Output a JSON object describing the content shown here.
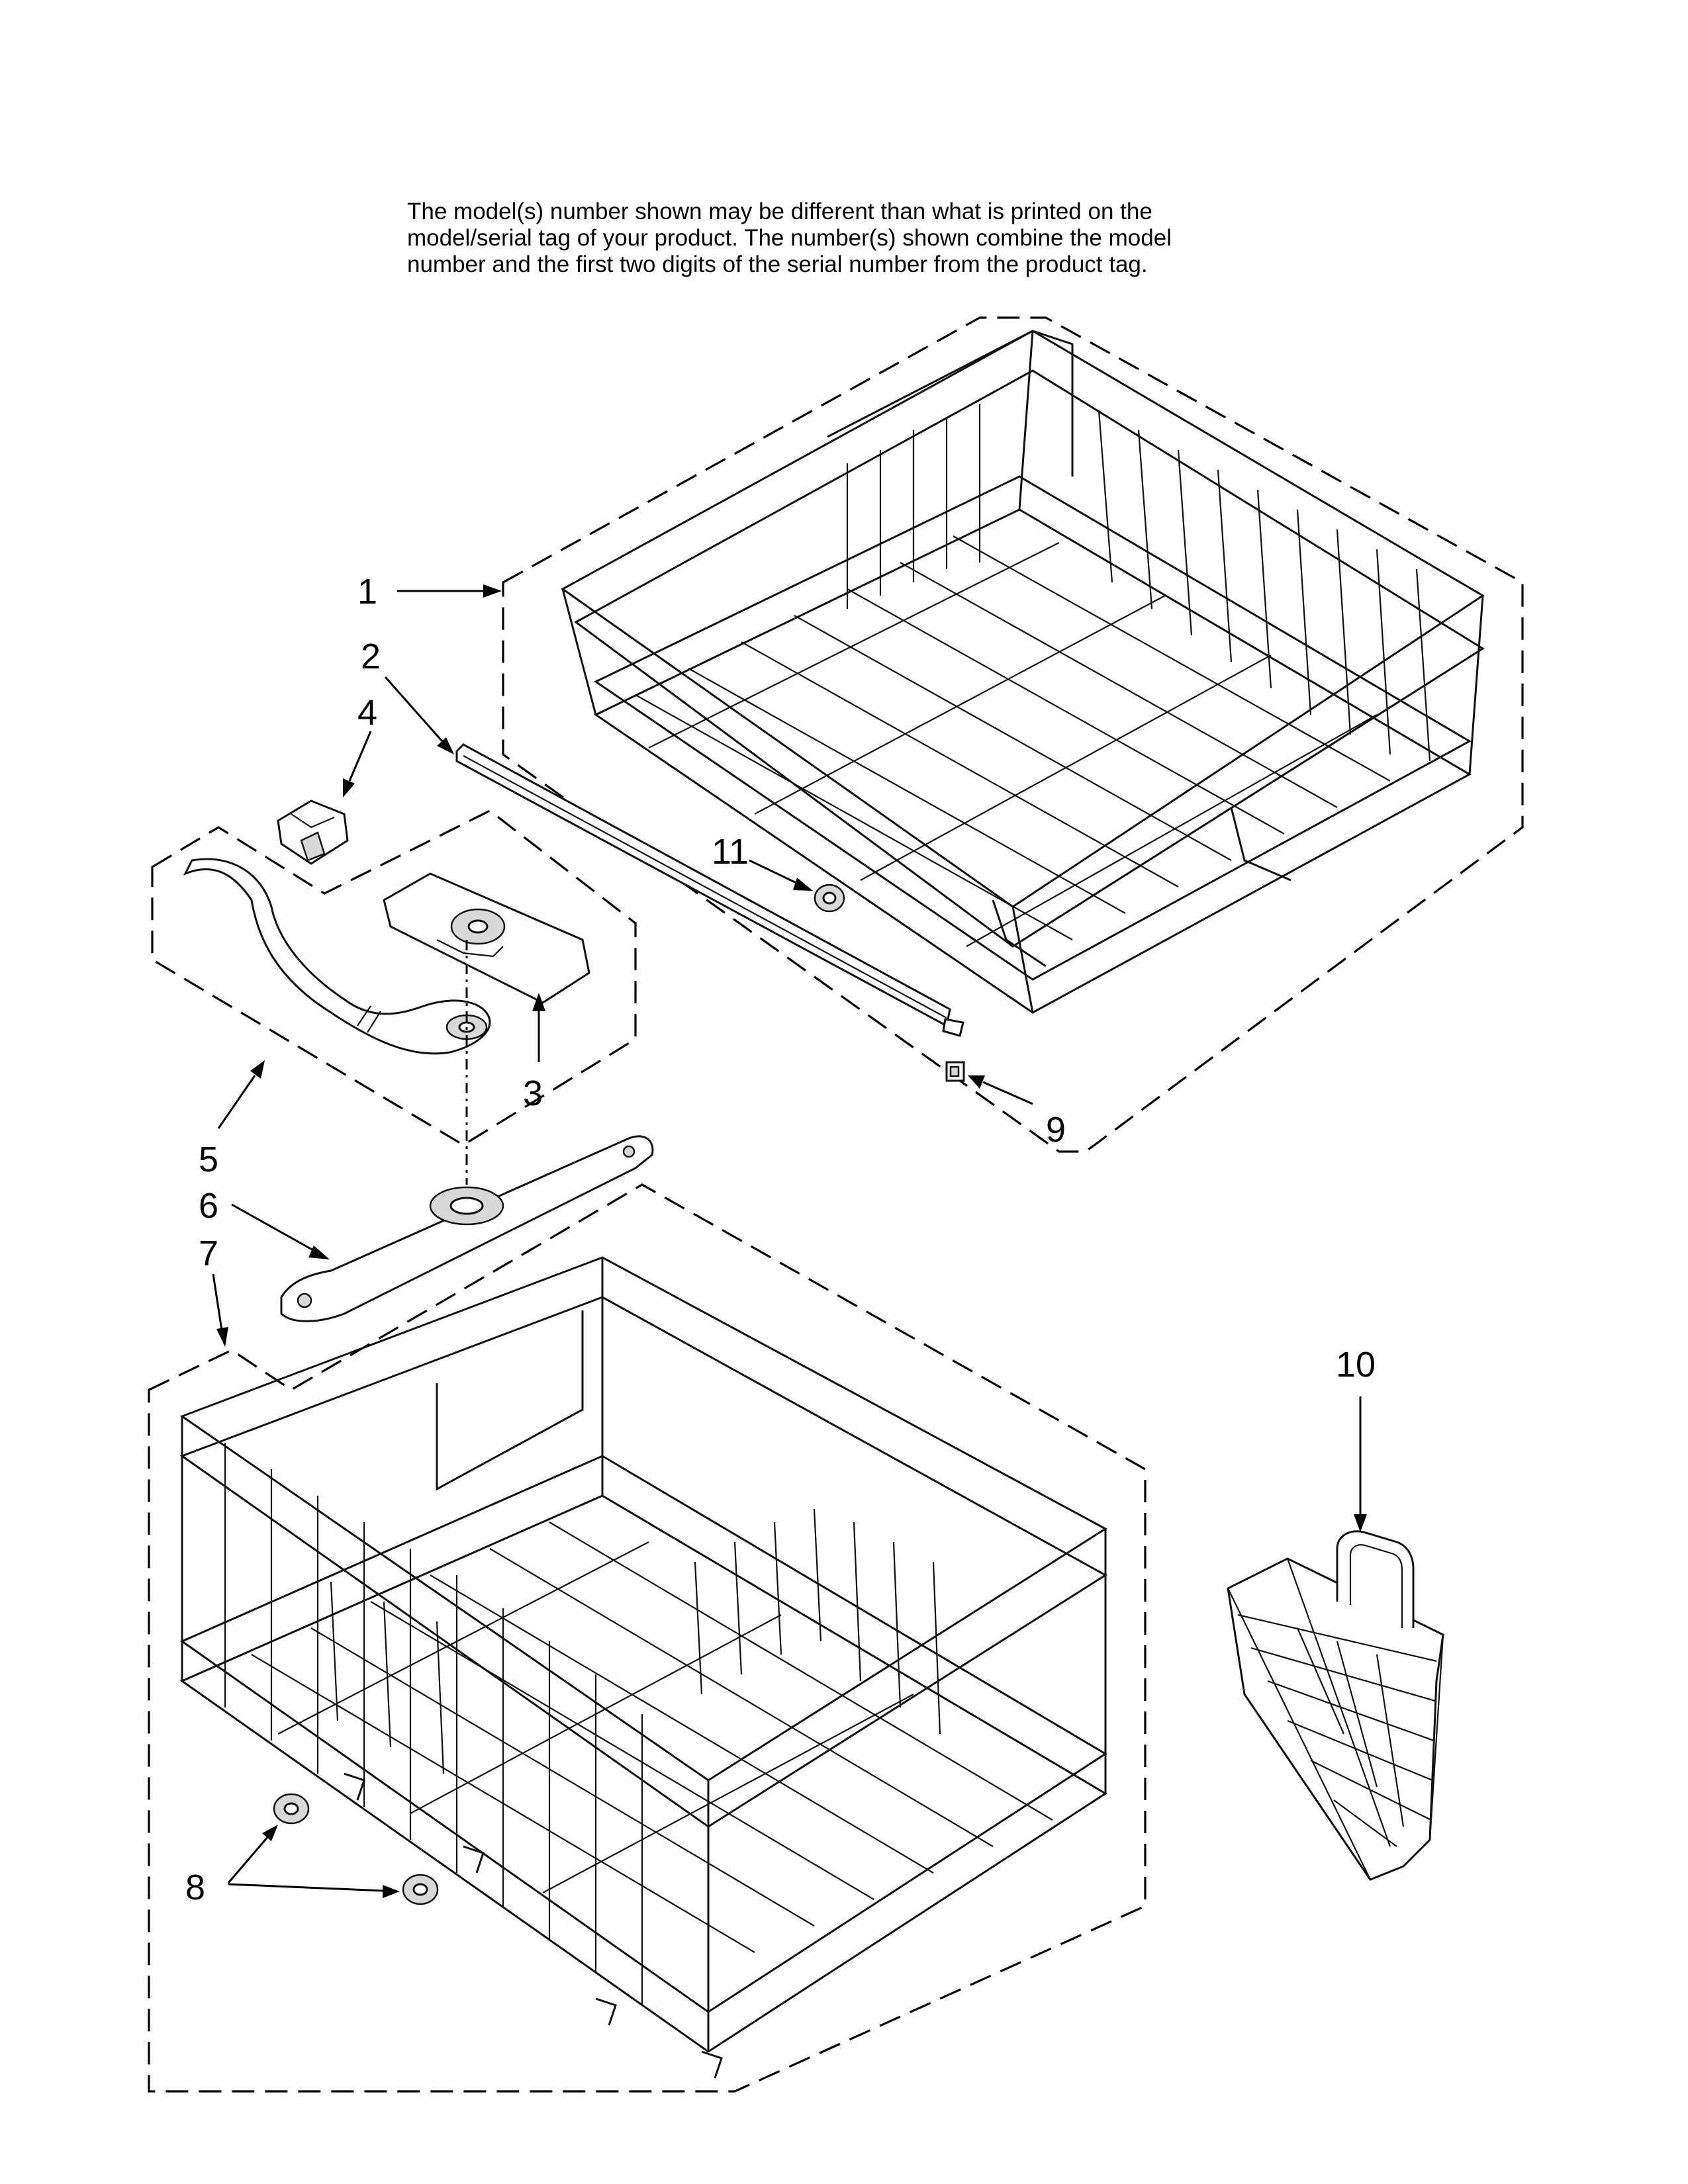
{
  "header_note": {
    "line1": "The model(s) number shown may be different than what is printed on the",
    "line2": "model/serial tag of your product. The number(s) shown combine the model",
    "line3": "number and the first two digits of the serial number from the product tag."
  },
  "callouts": {
    "c1": "1",
    "c2": "2",
    "c3": "3",
    "c4": "4",
    "c5": "5",
    "c6": "6",
    "c7": "7",
    "c8": "8",
    "c9": "9",
    "c10": "10",
    "c11": "11"
  }
}
